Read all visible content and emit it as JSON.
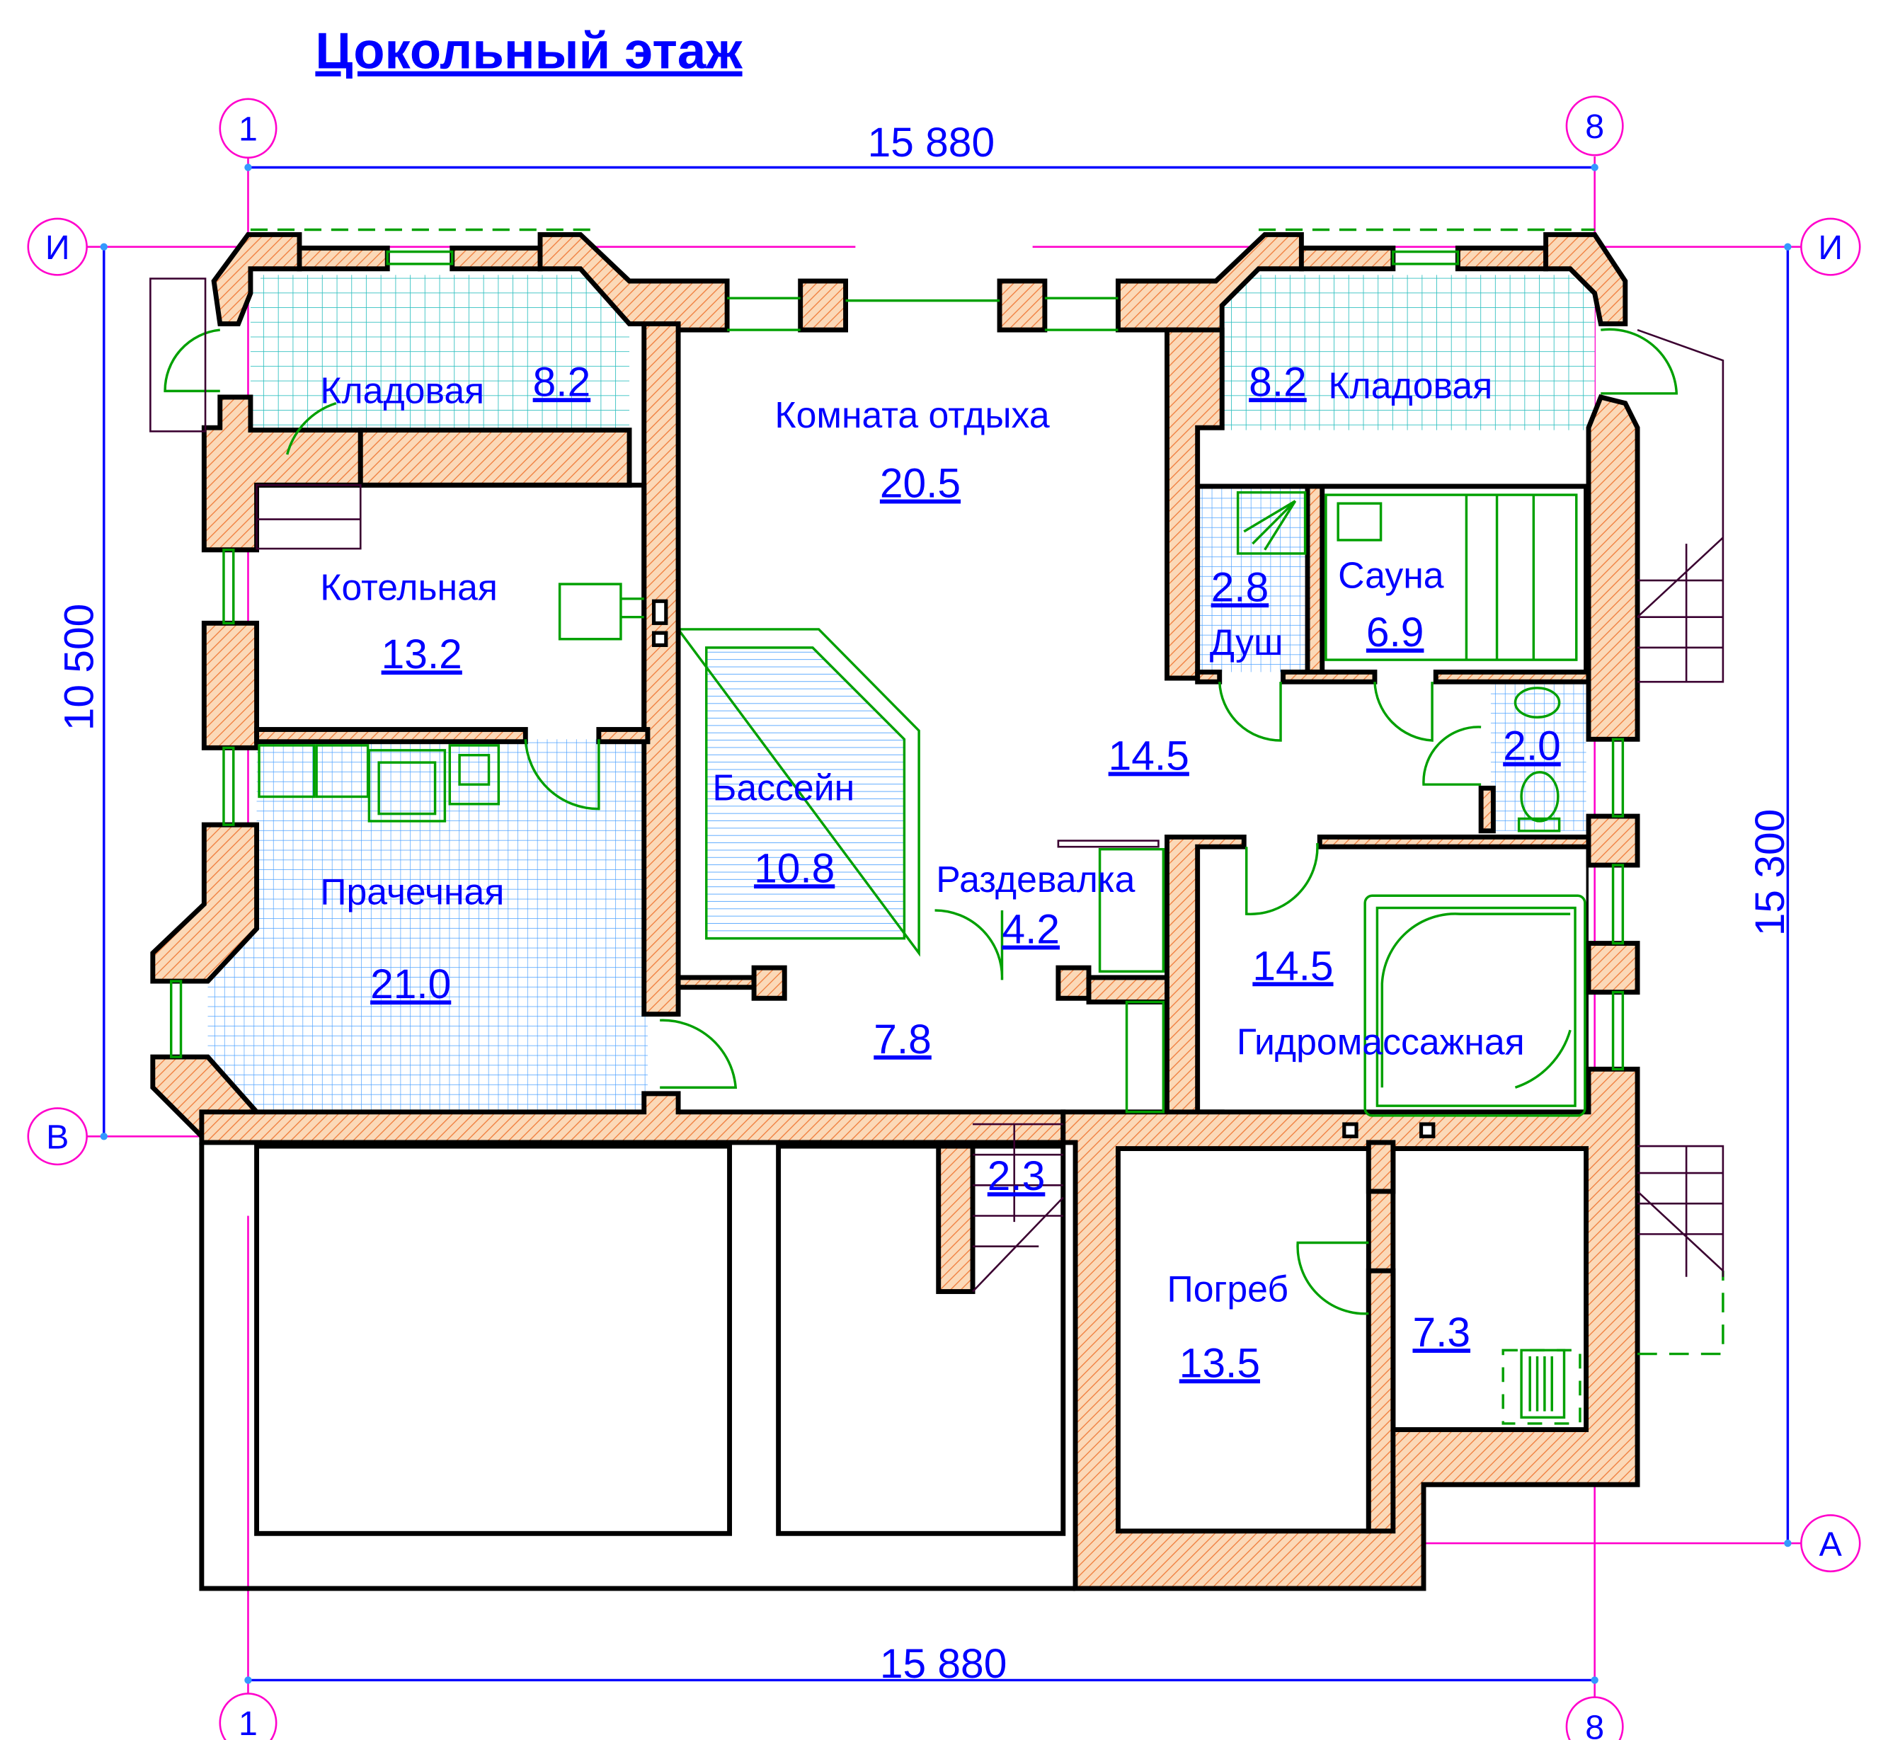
{
  "title": "Цокольный этаж",
  "dimensions": {
    "top": "15 880",
    "bottom": "15 880",
    "left": "10 500",
    "right": "15 300"
  },
  "axes": {
    "col_start": "1",
    "col_end": "8",
    "row_top": "И",
    "row_mid": "В",
    "row_bottom": "А"
  },
  "rooms": {
    "storage_left": {
      "name": "Кладовая",
      "area": "8.2"
    },
    "lounge": {
      "name": "Комната отдыха",
      "area": "20.5"
    },
    "storage_right": {
      "name": "Кладовая",
      "area": "8.2"
    },
    "boiler": {
      "name": "Котельная",
      "area": "13.2"
    },
    "shower": {
      "name": "Душ",
      "area": "2.8"
    },
    "sauna": {
      "name": "Сауна",
      "area": "6.9"
    },
    "hall": {
      "area": "14.5"
    },
    "wc": {
      "area": "2.0"
    },
    "pool": {
      "name": "Бассейн",
      "area": "10.8"
    },
    "laundry": {
      "name": "Прачечная",
      "area": "21.0"
    },
    "changing": {
      "name": "Раздевалка",
      "area": "4.2"
    },
    "corridor": {
      "area": "7.8"
    },
    "hydro": {
      "name": "Гидромассажная",
      "area": "14.5"
    },
    "stairs": {
      "area": "2.3"
    },
    "cellar": {
      "name": "Погреб",
      "area": "13.5"
    },
    "cellar_small": {
      "area": "7.3"
    }
  },
  "colors": {
    "text": "#0000ff",
    "axis": "#ff00cc",
    "fixtures": "#00a000",
    "wall_hatch": "#f08040"
  }
}
